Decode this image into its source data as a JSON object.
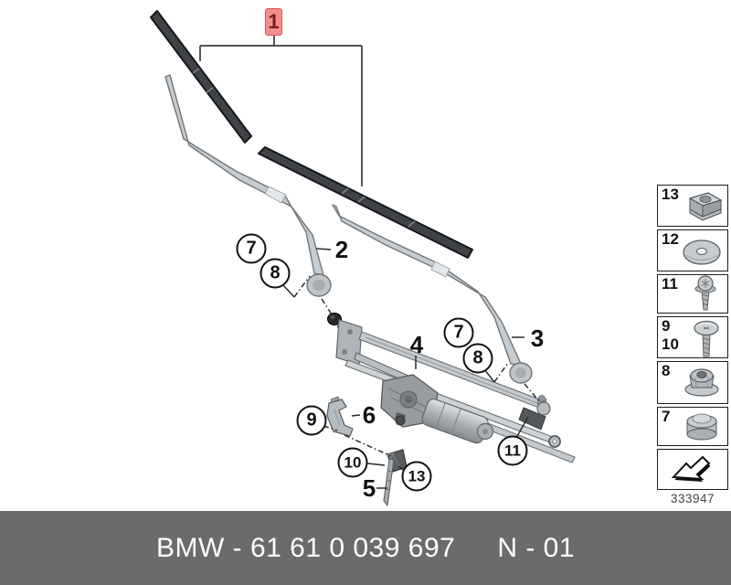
{
  "doc_number": "333947",
  "footer": {
    "catalog_text": "BMW - 61 61 0 039 697",
    "revision_text": "N - 01",
    "bg_color": "#6b6b6b",
    "text_color": "#ffffff"
  },
  "highlight_callout": {
    "label": "1",
    "fill": "#f0908e",
    "border": "#e14f4e",
    "text_color": "#7a1d1d"
  },
  "plain_callouts": [
    {
      "label": "2",
      "part": "wiper-arm-left"
    },
    {
      "label": "3",
      "part": "wiper-arm-right"
    },
    {
      "label": "4",
      "part": "wiper-linkage-with-motor"
    },
    {
      "label": "5",
      "part": "pin"
    },
    {
      "label": "6",
      "part": "bracket"
    }
  ],
  "circle_callouts": [
    {
      "label": "7",
      "position": "left"
    },
    {
      "label": "8",
      "position": "left"
    },
    {
      "label": "7",
      "position": "right"
    },
    {
      "label": "8",
      "position": "right"
    },
    {
      "label": "9",
      "position": "bottom-left"
    },
    {
      "label": "10",
      "position": "bottom-left"
    },
    {
      "label": "13",
      "position": "bottom-center"
    },
    {
      "label": "11",
      "position": "bottom-right"
    }
  ],
  "sidebar": {
    "items": [
      {
        "label": "13",
        "icon": "cage-nut-clip"
      },
      {
        "label": "12",
        "icon": "washer"
      },
      {
        "label": "11",
        "icon": "flange-head-screw"
      },
      {
        "label": "9",
        "label2": "10",
        "icon": "pan-head-screw"
      },
      {
        "label": "8",
        "icon": "flange-nut"
      },
      {
        "label": "7",
        "icon": "protective-cap"
      }
    ],
    "arrow_icon": "direction-arrow-lower-left"
  },
  "art_colors": {
    "blade": "#3f4347",
    "arm": "#c7ccd0",
    "line": "#2c2c2c"
  }
}
